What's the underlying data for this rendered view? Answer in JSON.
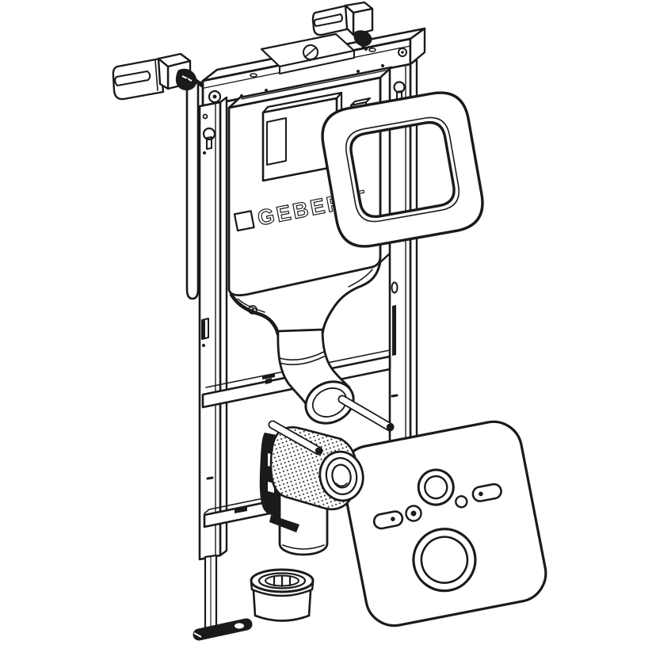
{
  "illustration": {
    "brand": "GEBERIT",
    "colors": {
      "background": "#ffffff",
      "line": "#1a1a1a"
    },
    "parts": [
      "wall-anchor-left",
      "wall-anchor-right",
      "top-rail",
      "hanger-bar",
      "left-rail",
      "right-rail",
      "cistern",
      "inspection-box",
      "brand-logo",
      "flush-plate",
      "flush-bend",
      "crossbar",
      "wc-fixation-rods",
      "drain-outlet-fitting",
      "outlet-pipe",
      "bottom-rail",
      "drain-collar",
      "sound-insulation-plate",
      "adjustable-foot"
    ]
  }
}
